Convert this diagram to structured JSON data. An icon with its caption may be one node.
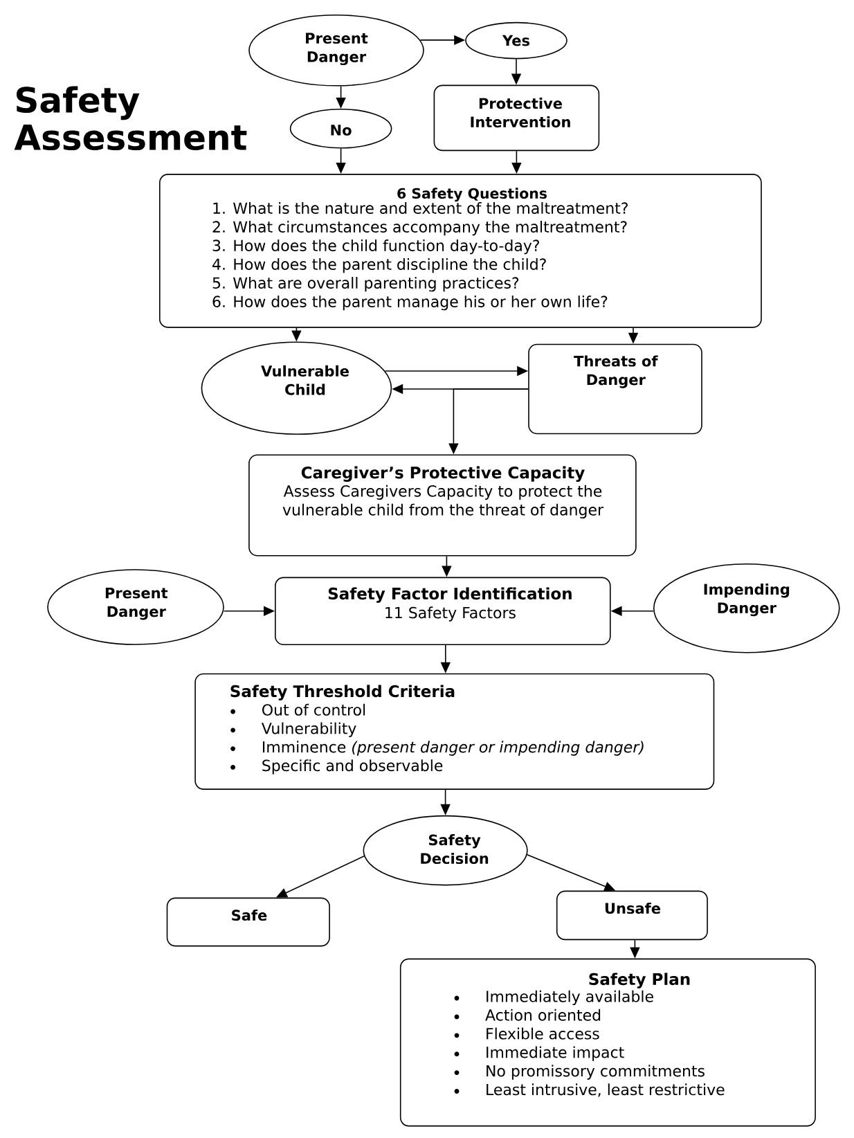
{
  "diagram": {
    "title": "Safety Assessment",
    "nodes": [
      {
        "text": [
          "Present Danger"
        ]
      },
      {
        "text": [
          "Yes"
        ]
      },
      {
        "text": [
          "No"
        ]
      },
      {
        "text": [
          "Protective Intervention"
        ]
      },
      {
        "text": [
          "6 Safety Questions",
          "1. What is the nature and extent of the maltreatment?",
          "2. What circumstances accompany the maltreatment?",
          "3. How does the child function day-to-day?",
          "4. How does the parent discipline the child?",
          "5. What are overall parenting practices?",
          "6. How does the parent manage his or her own life?"
        ]
      },
      {
        "text": [
          "Vulnerable Child"
        ]
      },
      {
        "text": [
          "Threats of Danger"
        ]
      },
      {
        "text": [
          "Caregiver’s Protective Capacity",
          "Assess Caregivers Capacity to protect the vulnerable child from the threat of danger"
        ]
      },
      {
        "text": [
          "Present Danger"
        ]
      },
      {
        "text": [
          "Safety Factor Identification",
          "11 Safety Factors"
        ]
      },
      {
        "text": [
          "Impending Danger"
        ]
      },
      {
        "text": [
          "Safety Threshold Criteria",
          "Out of control",
          "Vulnerability",
          "Imminence *(present danger or impending danger)*",
          "Specific and observable"
        ]
      },
      {
        "text": [
          "Safety Decision"
        ]
      },
      {
        "text": [
          "Safe"
        ]
      },
      {
        "text": [
          "Unsafe"
        ]
      },
      {
        "text": [
          "Safety Plan",
          "Immediately available",
          "Action oriented",
          "Flexible access",
          "Immediate impact",
          "No promissory commitments",
          "Least intrusive, least restrictive"
        ]
      }
    ],
    "edges": [
      {
        "from": 0,
        "to": 1,
        "arrow": "to"
      },
      {
        "from": 0,
        "to": 2,
        "arrow": "to"
      },
      {
        "from": 1,
        "to": 3,
        "arrow": "to"
      },
      {
        "from": 2,
        "to": 4,
        "arrow": "to"
      },
      {
        "from": 3,
        "to": 4,
        "arrow": "to"
      },
      {
        "from": 4,
        "to": 5,
        "arrow": "to"
      },
      {
        "from": 4,
        "to": 6,
        "arrow": "to"
      },
      {
        "from": 5,
        "to": 6,
        "arrow": "to"
      },
      {
        "from": 6,
        "to": 5,
        "arrow": "to"
      },
      {
        "from": 6,
        "to": 7,
        "arrow": "to"
      },
      {
        "from": 7,
        "to": 9,
        "arrow": "to"
      },
      {
        "from": 8,
        "to": 9,
        "arrow": "to"
      },
      {
        "from": 10,
        "to": 9,
        "arrow": "to"
      },
      {
        "from": 9,
        "to": 11,
        "arrow": "to"
      },
      {
        "from": 11,
        "to": 12,
        "arrow": "to"
      },
      {
        "from": 12,
        "to": 13,
        "arrow": "to"
      },
      {
        "from": 12,
        "to": 14,
        "arrow": "to"
      },
      {
        "from": 14,
        "to": 15,
        "arrow": "to"
      }
    ]
  }
}
